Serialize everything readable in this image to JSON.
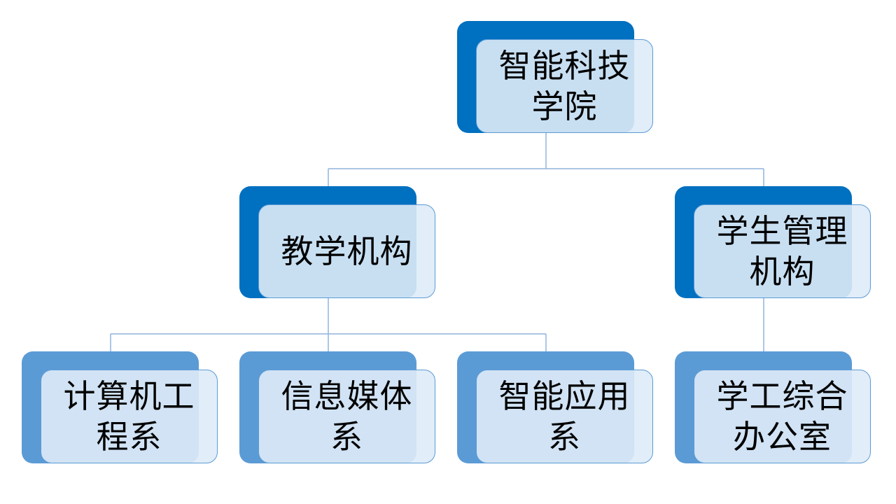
{
  "org_chart": {
    "root": {
      "label": "智能科技学院"
    },
    "teaching": {
      "label": "教学机构"
    },
    "student": {
      "label": "学生管理机构"
    },
    "computer": {
      "label": "计算机工程系"
    },
    "media": {
      "label": "信息媒体系"
    },
    "smart_app": {
      "label": "智能应用系"
    },
    "office": {
      "label": "学工综合办公室"
    }
  },
  "colors": {
    "dark_block": "#0070c0",
    "light_block": "#5b9bd5",
    "card_fill": "#deebf7",
    "card_border": "#5b9bd5",
    "connector": "#8fb4dc"
  }
}
